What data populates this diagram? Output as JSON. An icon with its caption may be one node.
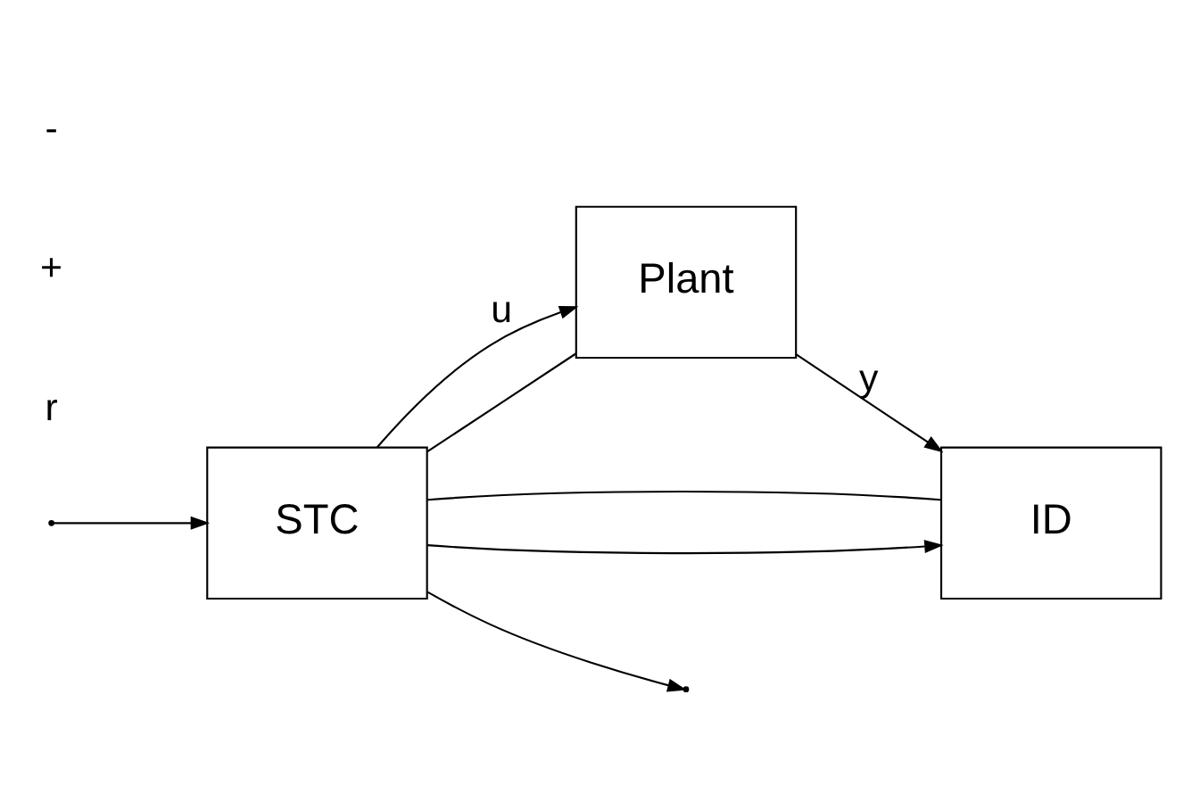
{
  "diagram": {
    "nodes": [
      {
        "text": [
          "STC"
        ]
      },
      {
        "text": [
          "Plant"
        ]
      },
      {
        "text": [
          "ID"
        ]
      }
    ],
    "edges": [
      {
        "from": 0,
        "to": 1,
        "arrow": "to",
        "label": "u"
      },
      {
        "from": 1,
        "to": 2,
        "arrow": "to",
        "label": "y"
      },
      {
        "from": 1,
        "to": 0,
        "arrow": "none"
      },
      {
        "from": 0,
        "to": 2,
        "arrow": "to"
      },
      {
        "from": 2,
        "to": 0,
        "arrow": "none"
      },
      {
        "from": 0,
        "to": null,
        "arrow": "to"
      },
      {
        "from": null,
        "to": 0,
        "arrow": "to"
      }
    ],
    "labels": [
      "r",
      "+",
      "-"
    ]
  }
}
